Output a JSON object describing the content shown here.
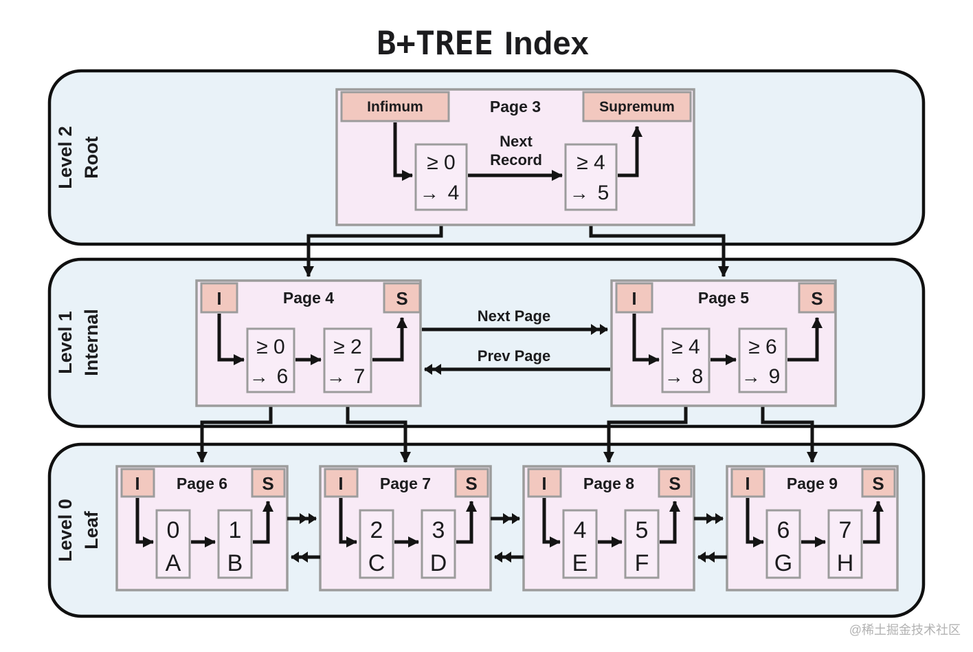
{
  "title": {
    "word1": "B+TREE",
    "word2": "Index"
  },
  "watermark": "@稀土掘金技术社区",
  "icons": {
    "pointer_arrow": "→"
  },
  "colors": {
    "band_fill": "#e9f2f8",
    "band_border": "#101010",
    "page_fill": "#f8eaf6",
    "record_fill": "#f9edf8",
    "header_fill": "#f2c8bf",
    "box_border": "#9c9c9c",
    "arrow": "#141414"
  },
  "levels": [
    {
      "line1": "Level 2",
      "line2": "Root"
    },
    {
      "line1": "Level 1",
      "line2": "Internal"
    },
    {
      "line1": "Level 0",
      "line2": "Leaf"
    }
  ],
  "root_page": {
    "title": "Page 3",
    "infimum_label": "Infimum",
    "supremum_label": "Supremum",
    "next_record_line1": "Next",
    "next_record_line2": "Record",
    "records": [
      {
        "key": "≥ 0",
        "pointer": "4"
      },
      {
        "key": "≥ 4",
        "pointer": "5"
      }
    ]
  },
  "internal_level": {
    "next_page_label": "Next Page",
    "prev_page_label": "Prev Page",
    "pages": [
      {
        "title": "Page 4",
        "infimum_label": "I",
        "supremum_label": "S",
        "records": [
          {
            "key": "≥ 0",
            "pointer": "6"
          },
          {
            "key": "≥ 2",
            "pointer": "7"
          }
        ]
      },
      {
        "title": "Page 5",
        "infimum_label": "I",
        "supremum_label": "S",
        "records": [
          {
            "key": "≥ 4",
            "pointer": "8"
          },
          {
            "key": "≥ 6",
            "pointer": "9"
          }
        ]
      }
    ]
  },
  "leaf_level": {
    "pages": [
      {
        "title": "Page 6",
        "infimum_label": "I",
        "supremum_label": "S",
        "records": [
          {
            "key": "0",
            "value": "A"
          },
          {
            "key": "1",
            "value": "B"
          }
        ]
      },
      {
        "title": "Page 7",
        "infimum_label": "I",
        "supremum_label": "S",
        "records": [
          {
            "key": "2",
            "value": "C"
          },
          {
            "key": "3",
            "value": "D"
          }
        ]
      },
      {
        "title": "Page 8",
        "infimum_label": "I",
        "supremum_label": "S",
        "records": [
          {
            "key": "4",
            "value": "E"
          },
          {
            "key": "5",
            "value": "F"
          }
        ]
      },
      {
        "title": "Page 9",
        "infimum_label": "I",
        "supremum_label": "S",
        "records": [
          {
            "key": "6",
            "value": "G"
          },
          {
            "key": "7",
            "value": "H"
          }
        ]
      }
    ]
  }
}
